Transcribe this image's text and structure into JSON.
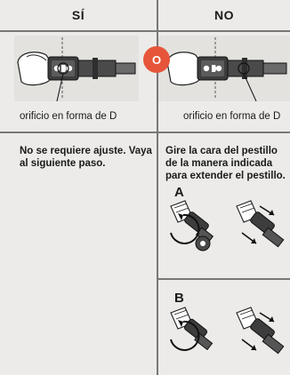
{
  "header": {
    "yes_label": "SÍ",
    "no_label": "NO"
  },
  "separator": {
    "label": "O"
  },
  "captions": {
    "left": "orificio en forma de D",
    "right": "orificio en forma de D"
  },
  "instructions": {
    "left": "No se requiere ajuste. Vaya al siguiente paso.",
    "right": "Gire la cara del pestillo de la manera indicada para extender el pestillo."
  },
  "steps": {
    "a": "A",
    "b": "B"
  },
  "colors": {
    "accent": "#e6553a",
    "background": "#ecebe9",
    "rule": "#777777"
  }
}
